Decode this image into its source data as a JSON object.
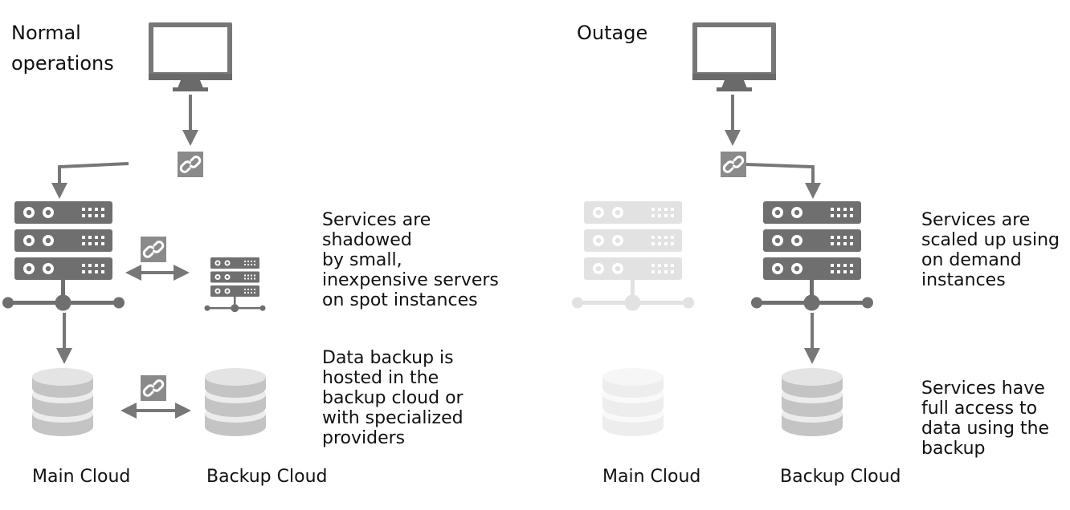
{
  "normal": {
    "title": "Normal\noperations",
    "services_note": "Services are\nshadowed\nby small,\ninexpensive servers\non spot instances",
    "backup_note": "Data backup is\nhosted in the\nbackup cloud or\nwith specialized\nproviders",
    "main_label": "Main Cloud",
    "backup_label": "Backup Cloud"
  },
  "outage": {
    "title": "Outage",
    "services_note": "Services are\nscaled up using\non demand\ninstances",
    "data_note": "Services have\nfull access to\ndata using the\nbackup",
    "main_label": "Main Cloud",
    "backup_label": "Backup Cloud"
  },
  "icons": [
    "monitor-icon",
    "link-icon",
    "server-rack-icon",
    "database-icon"
  ],
  "colors": {
    "icon": "#6f6f6f",
    "faded": "#e2e2e2",
    "line": "#777777"
  }
}
